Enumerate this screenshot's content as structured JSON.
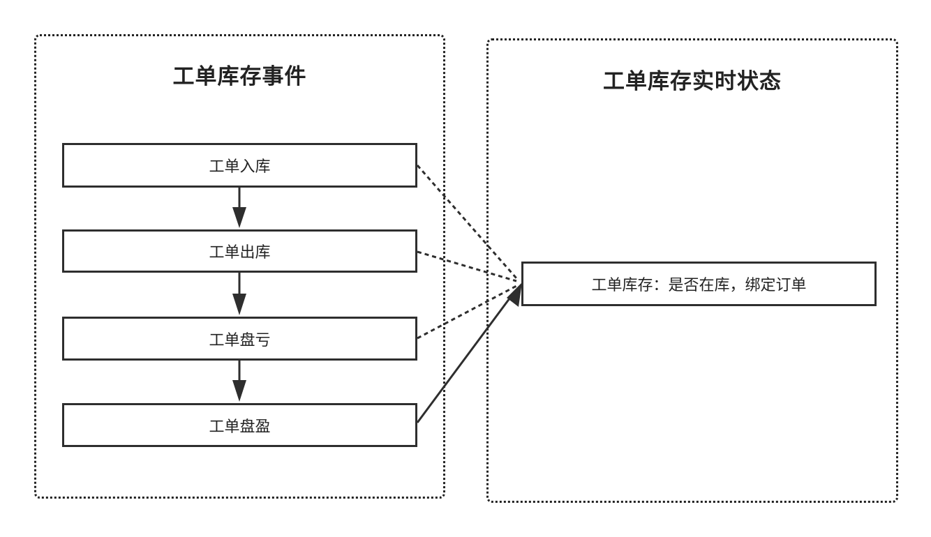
{
  "left_panel": {
    "title": "工单库存事件",
    "nodes": [
      "工单入库",
      "工单出库",
      "工单盘亏",
      "工单盘盈"
    ]
  },
  "right_panel": {
    "title": "工单库存实时状态",
    "node": "工单库存：是否在库，绑定订单"
  },
  "edges": [
    {
      "from": "工单入库",
      "to": "工单出库",
      "style": "solid"
    },
    {
      "from": "工单出库",
      "to": "工单盘亏",
      "style": "solid"
    },
    {
      "from": "工单盘亏",
      "to": "工单盘盈",
      "style": "solid"
    },
    {
      "from": "工单入库",
      "to": "工单库存：是否在库，绑定订单",
      "style": "dashed"
    },
    {
      "from": "工单出库",
      "to": "工单库存：是否在库，绑定订单",
      "style": "dashed"
    },
    {
      "from": "工单盘亏",
      "to": "工单库存：是否在库，绑定订单",
      "style": "dashed"
    },
    {
      "from": "工单盘盈",
      "to": "工单库存：是否在库，绑定订单",
      "style": "solid"
    }
  ],
  "colors": {
    "line": "#2e2e2e",
    "background": "#ffffff"
  }
}
